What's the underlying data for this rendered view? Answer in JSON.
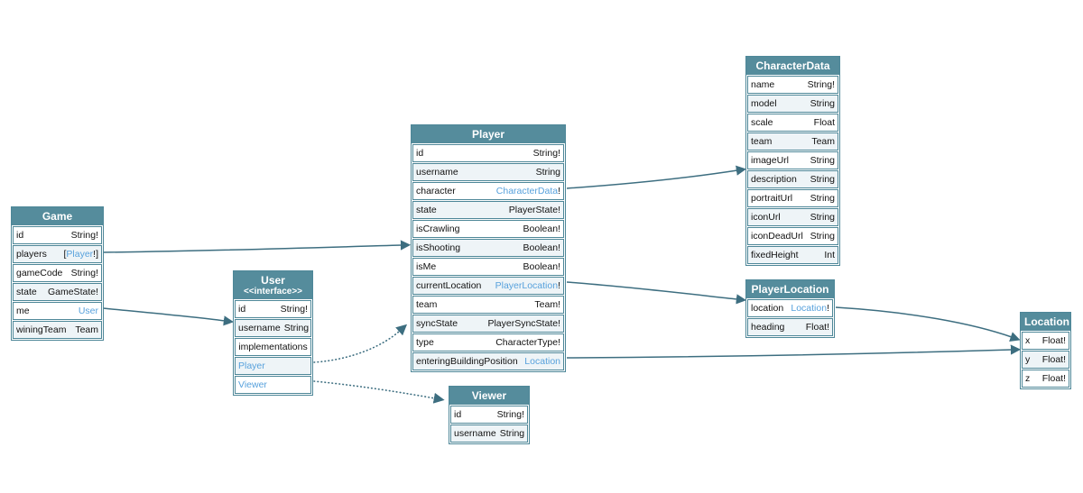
{
  "diagram": {
    "colors": {
      "header_bg": "#558C9C",
      "border": "#4E8798",
      "row_alt_bg": "#EEF4F7",
      "link": "#57A1DC",
      "text": "#111111",
      "arrow": "#3D6E80"
    },
    "tables": [
      {
        "id": "game",
        "title": "Game",
        "fields": [
          {
            "name": "id",
            "type": "String!"
          },
          {
            "name": "players",
            "pre": "[",
            "link": "Player",
            "suf": "!]"
          },
          {
            "name": "gameCode",
            "type": "String!"
          },
          {
            "name": "state",
            "type": "GameState!"
          },
          {
            "name": "me",
            "link": "User",
            "suf": ""
          },
          {
            "name": "winingTeam",
            "type": "Team"
          }
        ]
      },
      {
        "id": "user",
        "title": "User",
        "subtitle": "<<interface>>",
        "fields": [
          {
            "name": "id",
            "type": "String!"
          },
          {
            "name": "username",
            "type": "String"
          },
          {
            "name": "implementations",
            "center": true
          },
          {
            "name": "Player",
            "name_link": true
          },
          {
            "name": "Viewer",
            "name_link": true
          }
        ]
      },
      {
        "id": "player",
        "title": "Player",
        "fields": [
          {
            "name": "id",
            "type": "String!"
          },
          {
            "name": "username",
            "type": "String"
          },
          {
            "name": "character",
            "link": "CharacterData",
            "suf": "!"
          },
          {
            "name": "state",
            "type": "PlayerState!"
          },
          {
            "name": "isCrawling",
            "type": "Boolean!"
          },
          {
            "name": "isShooting",
            "type": "Boolean!"
          },
          {
            "name": "isMe",
            "type": "Boolean!"
          },
          {
            "name": "currentLocation",
            "link": "PlayerLocation",
            "suf": "!"
          },
          {
            "name": "team",
            "type": "Team!"
          },
          {
            "name": "syncState",
            "type": "PlayerSyncState!"
          },
          {
            "name": "type",
            "type": "CharacterType!"
          },
          {
            "name": "enteringBuildingPosition",
            "link": "Location",
            "suf": ""
          }
        ]
      },
      {
        "id": "viewer",
        "title": "Viewer",
        "fields": [
          {
            "name": "id",
            "type": "String!"
          },
          {
            "name": "username",
            "type": "String"
          }
        ]
      },
      {
        "id": "characterdata",
        "title": "CharacterData",
        "fields": [
          {
            "name": "name",
            "type": "String!"
          },
          {
            "name": "model",
            "type": "String"
          },
          {
            "name": "scale",
            "type": "Float"
          },
          {
            "name": "team",
            "type": "Team"
          },
          {
            "name": "imageUrl",
            "type": "String"
          },
          {
            "name": "description",
            "type": "String"
          },
          {
            "name": "portraitUrl",
            "type": "String"
          },
          {
            "name": "iconUrl",
            "type": "String"
          },
          {
            "name": "iconDeadUrl",
            "type": "String"
          },
          {
            "name": "fixedHeight",
            "type": "Int"
          }
        ]
      },
      {
        "id": "playerlocation",
        "title": "PlayerLocation",
        "fields": [
          {
            "name": "location",
            "link": "Location",
            "suf": "!"
          },
          {
            "name": "heading",
            "type": "Float!"
          }
        ]
      },
      {
        "id": "location",
        "title": "Location",
        "fields": [
          {
            "name": "x",
            "type": "Float!"
          },
          {
            "name": "y",
            "type": "Float!"
          },
          {
            "name": "z",
            "type": "Float!"
          }
        ]
      }
    ],
    "edges": [
      {
        "id": "game-players",
        "from": "Game.players",
        "to": "Player",
        "style": "solid"
      },
      {
        "id": "game-me",
        "from": "Game.me",
        "to": "User",
        "style": "solid"
      },
      {
        "id": "user-player",
        "from": "User.Player",
        "to": "Player",
        "style": "dotted"
      },
      {
        "id": "user-viewer",
        "from": "User.Viewer",
        "to": "Viewer",
        "style": "dotted"
      },
      {
        "id": "player-character",
        "from": "Player.character",
        "to": "CharacterData",
        "style": "solid"
      },
      {
        "id": "player-currentlocation",
        "from": "Player.currentLocation",
        "to": "PlayerLocation",
        "style": "solid"
      },
      {
        "id": "playerlocation-location",
        "from": "PlayerLocation.location",
        "to": "Location",
        "style": "solid"
      },
      {
        "id": "player-enteringbuildingposition",
        "from": "Player.enteringBuildingPosition",
        "to": "Location",
        "style": "solid"
      }
    ]
  }
}
